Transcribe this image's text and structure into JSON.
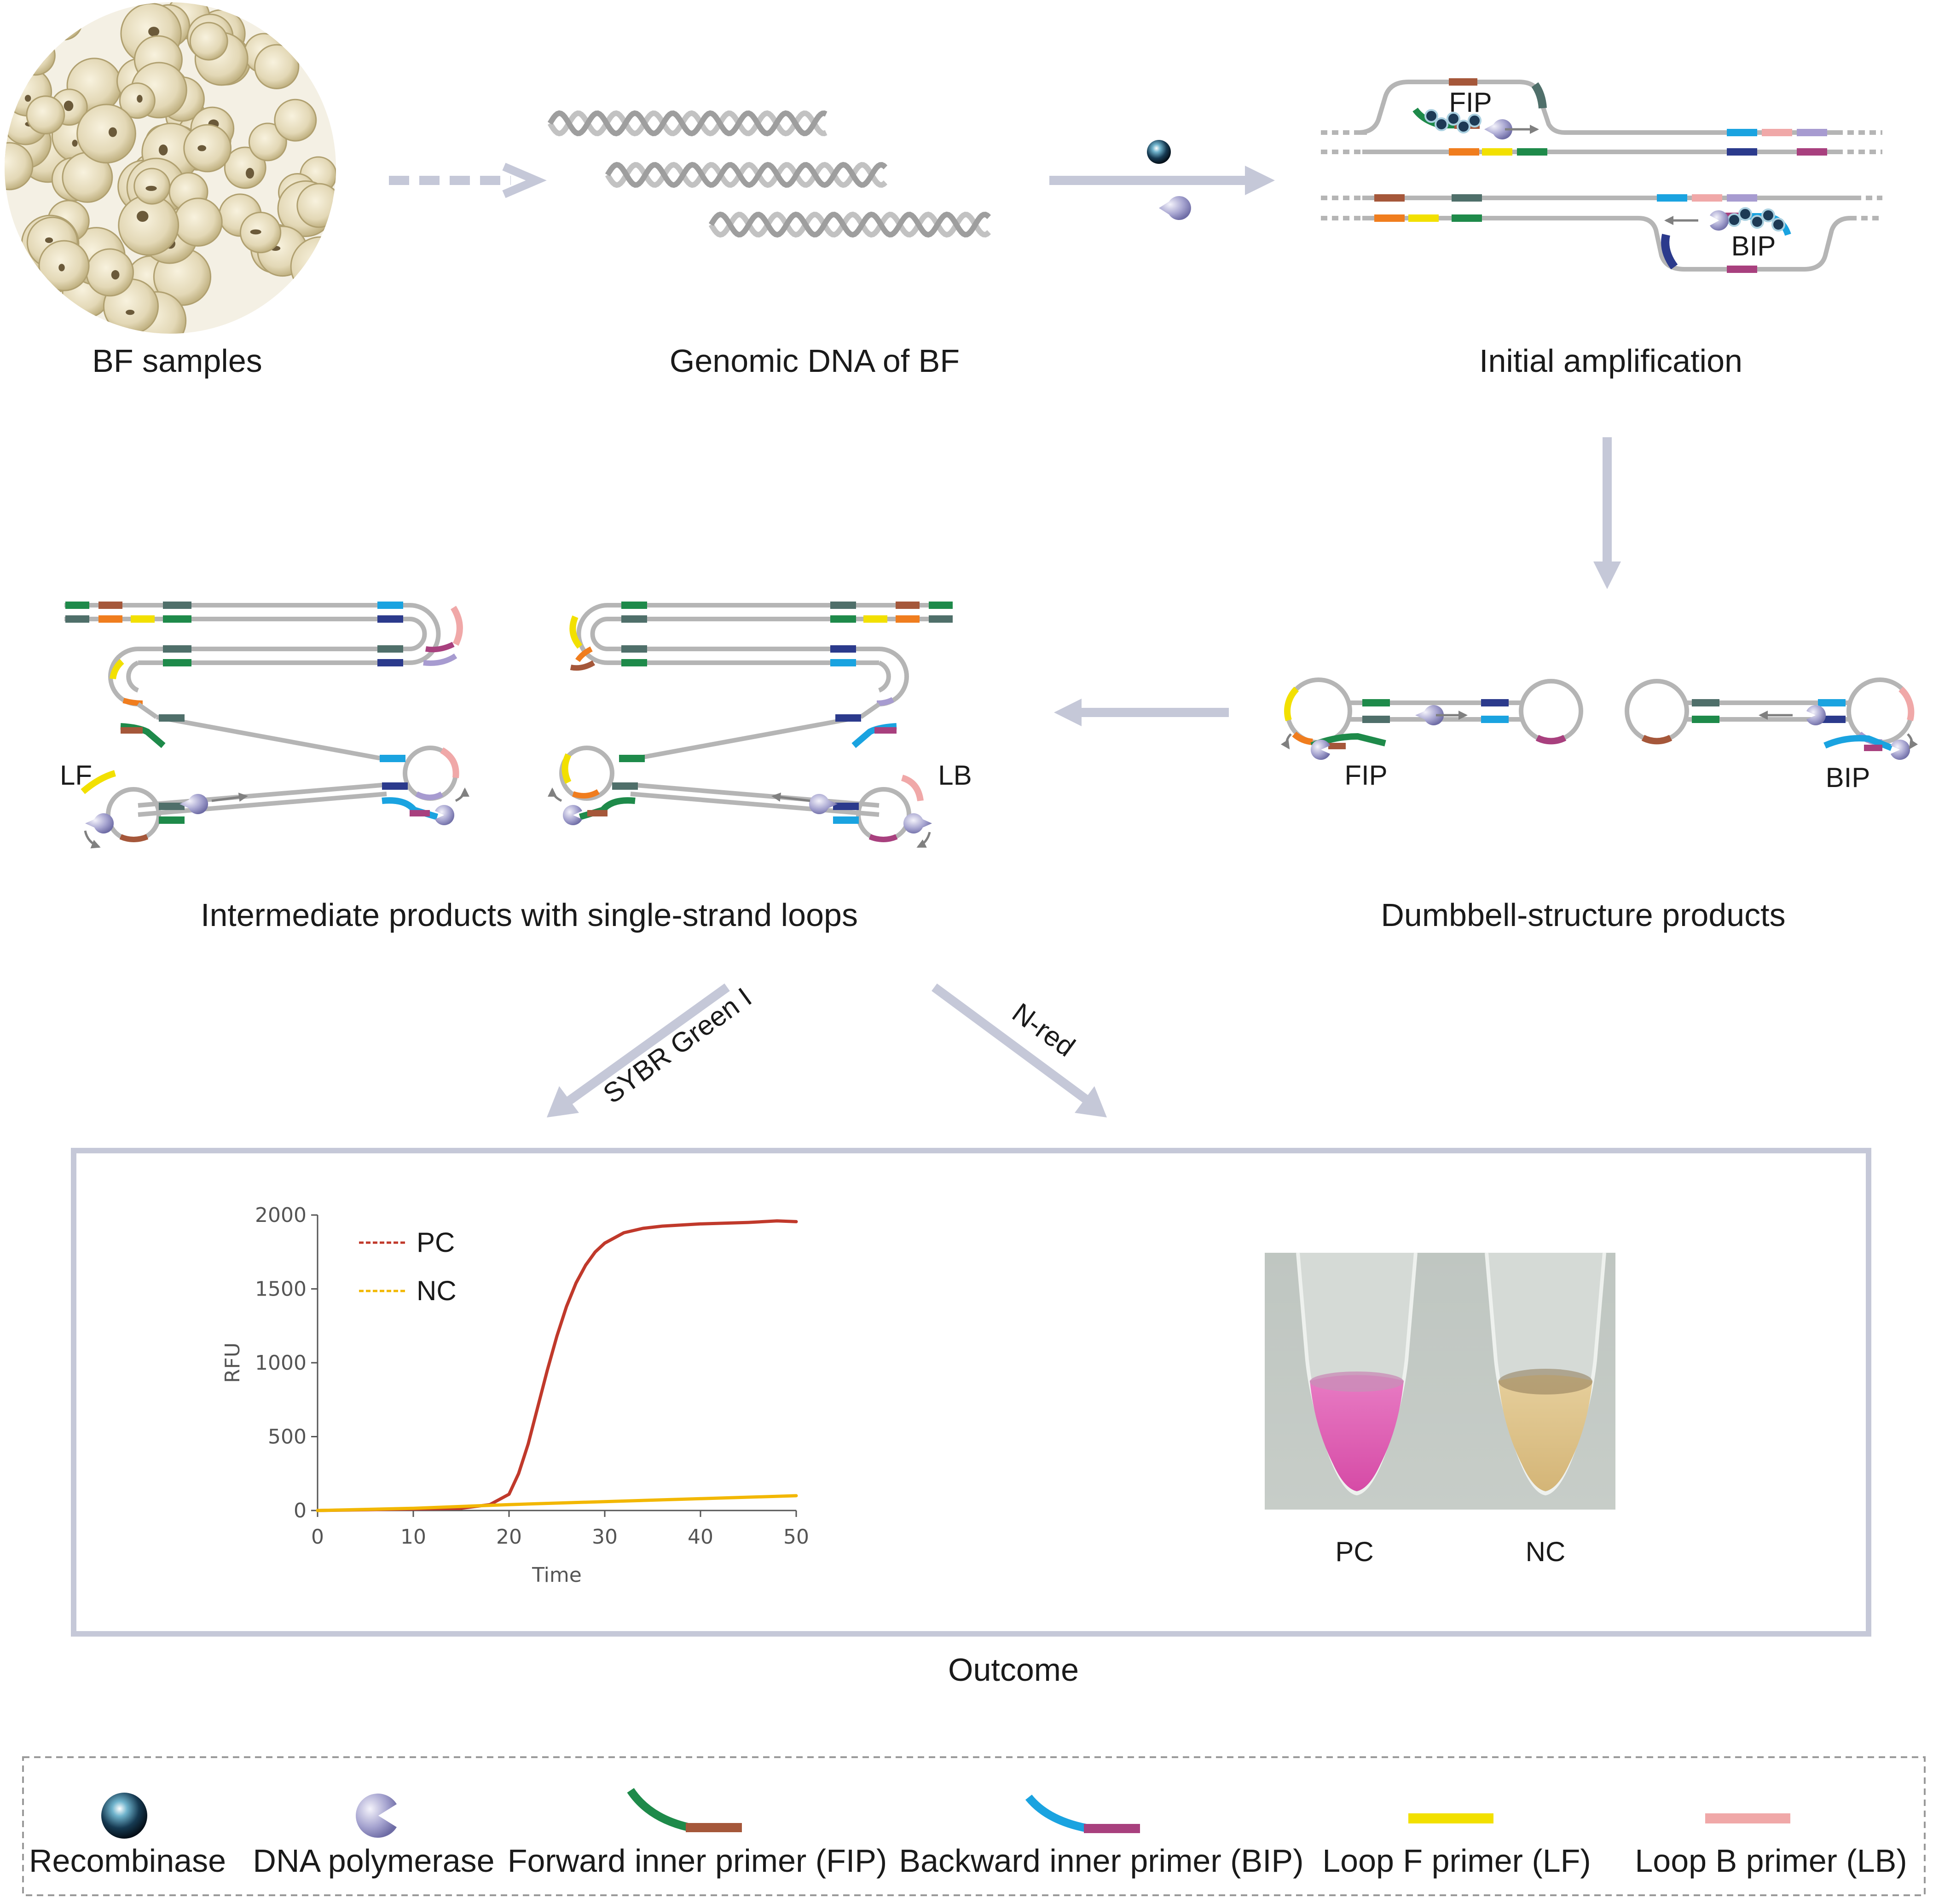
{
  "steps": {
    "samples": "BF samples",
    "genomic": "Genomic DNA of BF",
    "initial": "Initial amplification",
    "intermediate": "Intermediate products with single-strand loops",
    "dumbbell": "Dumbbell-structure products",
    "outcome": "Outcome"
  },
  "primer_tags": {
    "fip": "FIP",
    "bip": "BIP",
    "lf": "LF",
    "lb": "LB"
  },
  "detection": {
    "sybr": "SYBR Green I",
    "nred": "N-red"
  },
  "tubes": {
    "pc": "PC",
    "nc": "NC"
  },
  "legend": [
    {
      "label": "Recombinase",
      "icon": "recombinase-icon"
    },
    {
      "label": "DNA polymerase",
      "icon": "polymerase-icon"
    },
    {
      "label": "Forward inner primer (FIP)",
      "icon": "fip-primer-icon"
    },
    {
      "label": "Backward inner primer (BIP)",
      "icon": "bip-primer-icon"
    },
    {
      "label": "Loop F primer (LF)",
      "icon": "lf-primer-icon"
    },
    {
      "label": "Loop B primer (LB)",
      "icon": "lb-primer-icon"
    }
  ],
  "colors": {
    "strand": "#b5b5b5",
    "arrow": "#c5c8d8",
    "fip_green": "#1e8a4a",
    "fip_brown": "#a5573a",
    "bip_blue": "#1aa3e0",
    "bip_magenta": "#a8407e",
    "lf_yellow": "#f2e000",
    "lb_pink": "#f0a8a8",
    "orange": "#f07d1e",
    "navy": "#2b3a8c",
    "teal": "#4f6f6a",
    "lavender": "#a79bd0",
    "pc_curve": "#c0392b",
    "nc_curve": "#f2b700"
  },
  "chart_data": {
    "type": "line",
    "xlabel": "Time",
    "ylabel": "RFU",
    "xlim": [
      0,
      50
    ],
    "ylim": [
      0,
      2000
    ],
    "xticks": [
      0,
      10,
      20,
      30,
      40,
      50
    ],
    "yticks": [
      0,
      500,
      1000,
      1500,
      2000
    ],
    "legend_position": "top-left",
    "series": [
      {
        "name": "PC",
        "x": [
          0,
          5,
          10,
          15,
          18,
          20,
          21,
          22,
          23,
          24,
          25,
          26,
          27,
          28,
          29,
          30,
          32,
          34,
          36,
          40,
          45,
          48,
          50
        ],
        "y": [
          0,
          5,
          10,
          15,
          40,
          110,
          250,
          450,
          700,
          950,
          1180,
          1380,
          1540,
          1660,
          1750,
          1810,
          1880,
          1910,
          1925,
          1940,
          1950,
          1960,
          1955
        ]
      },
      {
        "name": "NC",
        "x": [
          0,
          10,
          20,
          30,
          40,
          50
        ],
        "y": [
          0,
          15,
          40,
          60,
          80,
          100
        ]
      }
    ]
  }
}
